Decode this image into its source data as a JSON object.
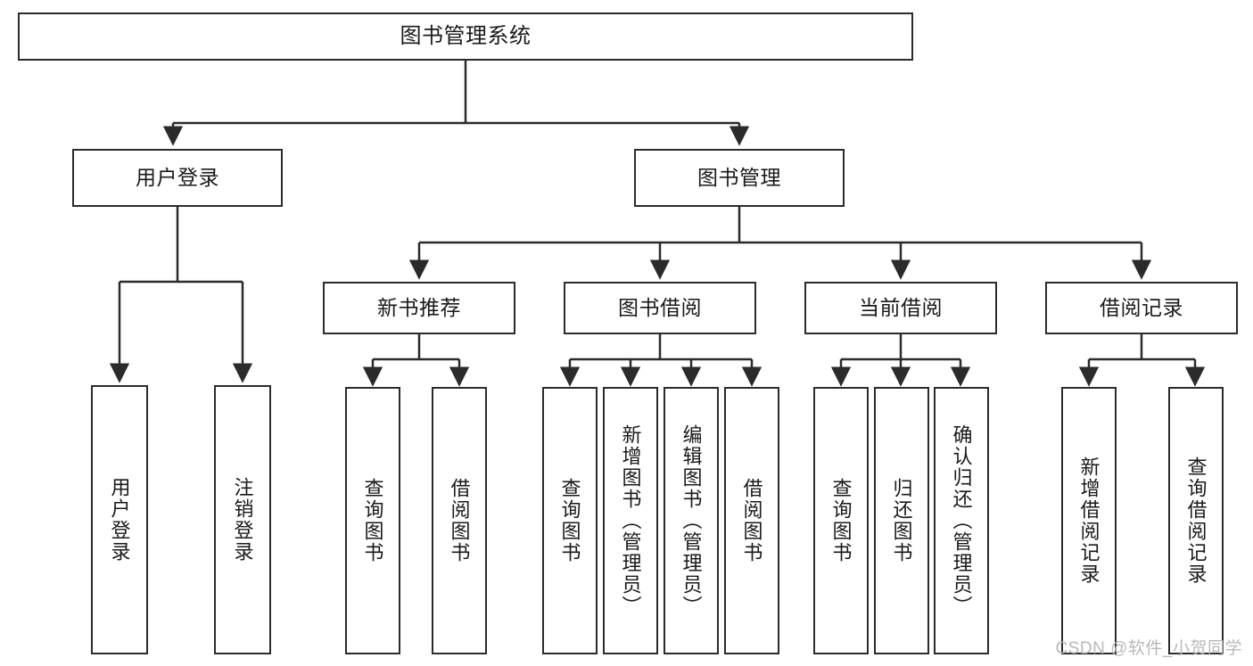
{
  "diagram": {
    "title": "图书管理系统",
    "watermark": "CSDN @软件_小贺同学",
    "levels": {
      "root": {
        "label": "图书管理系统"
      },
      "level2": [
        {
          "id": "user-login",
          "label": "用户登录"
        },
        {
          "id": "book-manage",
          "label": "图书管理"
        }
      ],
      "level3": [
        {
          "id": "new-book-recommend",
          "label": "新书推荐"
        },
        {
          "id": "book-borrow",
          "label": "图书借阅"
        },
        {
          "id": "current-borrow",
          "label": "当前借阅"
        },
        {
          "id": "borrow-record",
          "label": "借阅记录"
        }
      ],
      "leaves": {
        "user_login": [
          {
            "id": "leaf-user-login",
            "label": "用户登录"
          },
          {
            "id": "leaf-logout-login",
            "label": "注销登录"
          }
        ],
        "new_book_recommend": [
          {
            "id": "leaf-query-book-1",
            "label": "查询图书"
          },
          {
            "id": "leaf-borrow-book-1",
            "label": "借阅图书"
          }
        ],
        "book_borrow": [
          {
            "id": "leaf-query-book-2",
            "label": "查询图书"
          },
          {
            "id": "leaf-add-book",
            "label": "新增图书（管理员）"
          },
          {
            "id": "leaf-edit-book",
            "label": "编辑图书（管理员）"
          },
          {
            "id": "leaf-borrow-book-2",
            "label": "借阅图书"
          }
        ],
        "current_borrow": [
          {
            "id": "leaf-query-book-3",
            "label": "查询图书"
          },
          {
            "id": "leaf-return-book",
            "label": "归还图书"
          },
          {
            "id": "leaf-confirm-return",
            "label": "确认归还（管理员）"
          }
        ],
        "borrow_record": [
          {
            "id": "leaf-add-record",
            "label": "新增借阅记录"
          },
          {
            "id": "leaf-query-record",
            "label": "查询借阅记录"
          }
        ]
      }
    },
    "colors": {
      "stroke": "#2b2b2b",
      "fill": "#ffffff",
      "text": "#1a1a1a",
      "watermark": "#b9b9b9"
    }
  }
}
